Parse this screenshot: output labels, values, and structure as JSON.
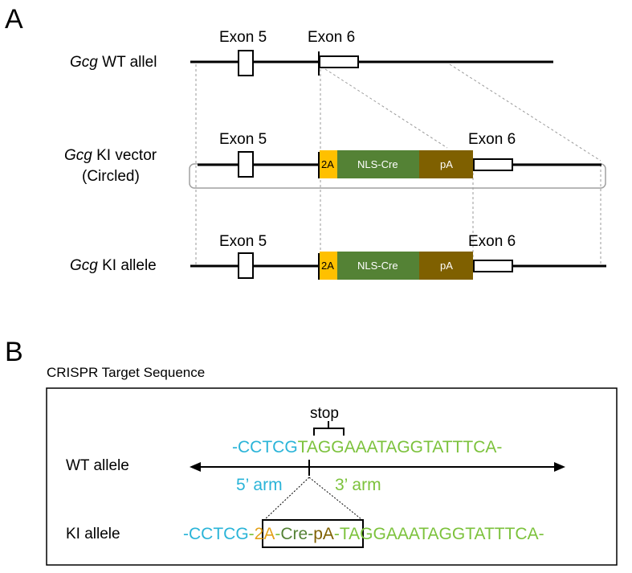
{
  "panels": {
    "a_letter": "A",
    "b_letter": "B"
  },
  "panel_a": {
    "rows": [
      {
        "name_italic": "Gcg",
        "name_rest": " WT allel",
        "exon5": "Exon 5",
        "exon6": "Exon 6"
      },
      {
        "name_italic": "Gcg",
        "name_rest": " KI vector",
        "name_line2": "(Circled)",
        "exon5": "Exon 5",
        "exon6": "Exon 6",
        "twoa": "2A",
        "nlscre": "NLS-Cre",
        "pa": "pA"
      },
      {
        "name_italic": "Gcg",
        "name_rest": " KI allele",
        "exon5": "Exon 5",
        "exon6": "Exon 6",
        "twoa": "2A",
        "nlscre": "NLS-Cre",
        "pa": "pA"
      }
    ]
  },
  "panel_b": {
    "title": "CRISPR Target Sequence",
    "stop": "stop",
    "wt_label": "WT allele",
    "ki_label": "KI allele",
    "wt_seq_left": "-CCTCG",
    "wt_seq_right": "TAGGAAATAGGTATTTCA-",
    "arm5": "5’ arm",
    "arm3": "3’ arm",
    "ki_seq_left": "-CCTCG",
    "ki_dash1": "-",
    "ki_2a": "2A",
    "ki_dash2": "-",
    "ki_cre": "Cre",
    "ki_dash3": "-",
    "ki_pa": "pA",
    "ki_dash4": "-",
    "ki_seq_right": "TAGGAAATAGGTATTTCA-"
  },
  "colors": {
    "cyan": "#2ab4d8",
    "green_seq": "#7cc23c",
    "cre_green": "#548235",
    "twoa_orange": "#ffc000",
    "pa_brown": "#7f6000",
    "orange_text": "#e3a21a"
  }
}
